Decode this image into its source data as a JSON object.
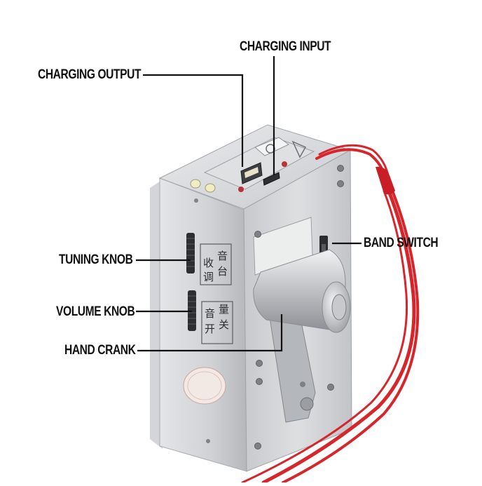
{
  "labels": {
    "charging_output": "CHARGING OUTPUT",
    "charging_input": "CHARGING INPUT",
    "band_switch": "BAND SWITCH",
    "tuning_knob": "TUNING KNOB",
    "volume_knob": "VOLUME KNOB",
    "hand_crank": "HAND CRANK"
  },
  "panel_text": {
    "tuning_top": "音",
    "tuning_bottom": "台",
    "tuning_left_top": "收",
    "tuning_left_bottom": "调",
    "volume_top": "音",
    "volume_right_top": "量",
    "volume_left_bottom": "开",
    "volume_right_bottom": "关"
  },
  "colors": {
    "metal_light": "#d9dadc",
    "metal_mid": "#b9bbbf",
    "metal_dark": "#8d9095",
    "strap_red": "#d6252b",
    "leader_line": "#111111"
  }
}
